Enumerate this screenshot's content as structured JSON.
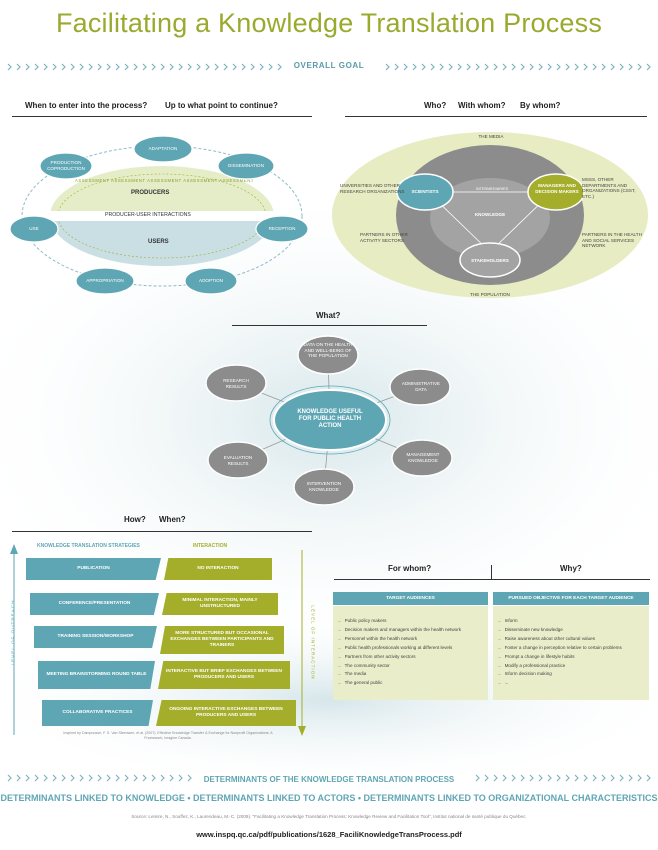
{
  "title": "Facilitating a Knowledge Translation Process",
  "overall_goal": "OVERALL GOAL",
  "top_left": {
    "q1": "When to enter into the process?",
    "q2": "Up to what point to continue?",
    "cycle": {
      "production": "PRODUCTION COPRODUCTION",
      "adaptation": "ADAPTATION",
      "dissemination": "DISSEMINATION",
      "use": "USE",
      "reception": "RECEPTION",
      "appropriation": "APPROPRIATION",
      "adoption": "ADOPTION",
      "producers": "PRODUCERS",
      "users": "USERS",
      "interactions": "PRODUCER-USER INTERACTIONS",
      "assessment": "ASSESSMENT ASSESSMENT ASSESSMENT ASSESSMENT ASSESSMENT"
    }
  },
  "top_right": {
    "q1": "Who?",
    "q2": "With whom?",
    "q3": "By whom?",
    "media": "THE MEDIA",
    "population": "THE POPULATION",
    "universities": "UNIVERSITIES AND OTHER RESEARCH ORGANIZATIONS",
    "partners_other": "PARTNERS IN OTHER ACTIVITY SECTORS",
    "msss": "MSSS, OTHER DEPARTMENTS AND ORGANIZATIONS (CSST, ETC.)",
    "partners_health": "PARTNERS IN THE HEALTH AND SOCIAL SERVICES NETWORK",
    "scientists": "SCIENTISTS",
    "managers": "MANAGERS AND DECISION MAKERS",
    "stakeholders": "STAKEHOLDERS",
    "knowledge": "KNOWLEDGE",
    "intermediaries": "INTERMEDIARIES"
  },
  "what": {
    "q": "What?",
    "center": "KNOWLEDGE USEFUL FOR PUBLIC HEALTH ACTION",
    "data_health": "DATA ON THE HEALTH AND WELL-BEING OF THE POPULATION",
    "research": "RESEARCH RESULTS",
    "administrative": "ADMINISTRATIVE DATA",
    "evaluation": "EVALUATION RESULTS",
    "management": "MANAGEMENT KNOWLEDGE",
    "intervention": "INTERVENTION KNOWLEDGE"
  },
  "how": {
    "q1": "How?",
    "q2": "When?",
    "strategies_head": "KNOWLEDGE TRANSLATION STRATEGIES",
    "interaction_head": "INTERACTION",
    "level_outreach": "LEVEL OF OUTREACH",
    "level_interaction": "LEVEL OF INTERACTION",
    "strategies": [
      "PUBLICATION",
      "CONFERENCE/PRESENTATION",
      "TRAINING SESSION/WORKSHOP",
      "MEETING BRAINSTORMING ROUND TABLE",
      "COLLABORATIVE PRACTICES"
    ],
    "interactions": [
      "NO INTERACTION",
      "MINIMAL INTERACTION, MAINLY UNSTRUCTURED",
      "MORE STRUCTURED BUT OCCASIONAL EXCHANGES BETWEEN PARTICIPANTS AND TRAINERS",
      "INTERACTIVE BUT BRIEF EXCHANGES BETWEEN PRODUCERS AND USERS",
      "ONGOING INTERACTIVE EXCHANGES BETWEEN PRODUCERS AND USERS"
    ],
    "inspired": "Inspired by Dampousse, F. S. Van Sleeuwen, et al. (2007). Effective Knowledge Transfer & Exchange for Nonprofit Organizations: A Framework, Imagine Canada."
  },
  "for_whom": {
    "q": "For whom?",
    "head": "TARGET AUDIENCES",
    "items": [
      "Public policy makers",
      "Decision makers and managers within the health network",
      "Personnel within the health network",
      "Public health professionals working at different levels",
      "Partners from other activity sectors",
      "The community sector",
      "The media",
      "The general public"
    ]
  },
  "why": {
    "q": "Why?",
    "head": "PURSUED OBJECTIVE FOR EACH TARGET AUDIENCE",
    "items": [
      "Inform",
      "Disseminate new knowledge",
      "Raise awareness about other cultural values",
      "Foster a change in perception relative to certain problems",
      "Prompt a change in lifestyle habits",
      "Modify a professional practice",
      "Inform decision making",
      "..."
    ]
  },
  "determinants": {
    "title": "DETERMINANTS OF THE KNOWLEDGE TRANSLATION PROCESS",
    "line": "DETERMINANTS LINKED TO KNOWLEDGE  •  DETERMINANTS LINKED TO ACTORS  •  DETERMINANTS LINKED TO ORGANIZATIONAL CHARACTERISTICS",
    "source": "Source: Lemire, N., Souffez, K., Laurendeau, M.-C. (2009). \"Facilitating a Knowledge Translation Process: Knowledge Review and Facilitation Tool\", Institut national de santé publique du Québec.",
    "url": "www.inspq.qc.ca/pdf/publications/1628_FaciliKnowledgeTransProcess.pdf"
  },
  "colors": {
    "teal": "#5fa6b4",
    "olive": "#a4ae2a",
    "grey": "#8c8c8c",
    "paleolive": "#e8ecc2"
  }
}
